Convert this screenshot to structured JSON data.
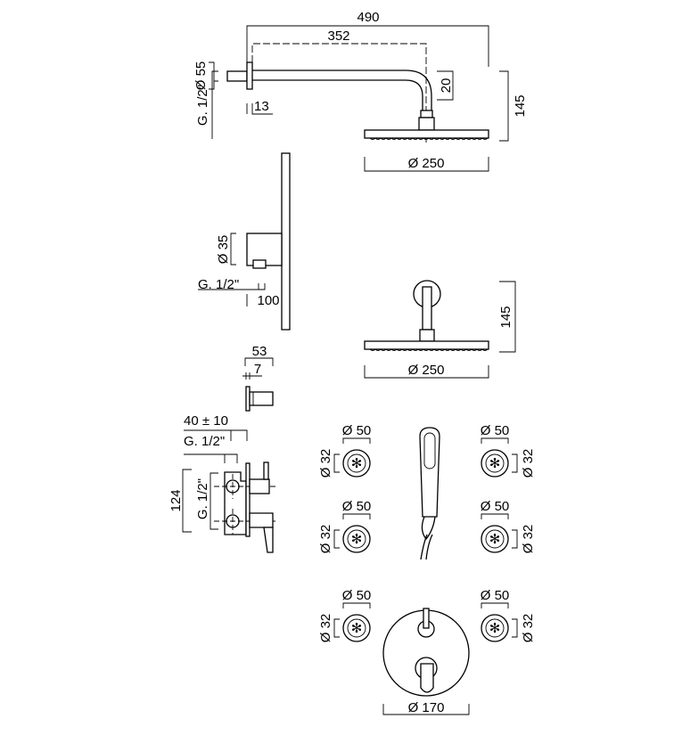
{
  "shower_arm_side": {
    "overall_length": "490",
    "arm_length": "352",
    "flange_diameter": "Ø 55",
    "thread": "G. 1/2\"",
    "flange_depth": "13",
    "drop": "20",
    "height": "145",
    "head_diameter": "Ø 250"
  },
  "hand_shower_bracket": {
    "diameter": "Ø 35",
    "thread": "G. 1/2\"",
    "projection": "100"
  },
  "shower_arm_front": {
    "height": "145",
    "head_diameter": "Ø 250"
  },
  "diverter_valve": {
    "depth": "53",
    "flange": "7"
  },
  "mixer_body": {
    "recess": "40 ± 10",
    "thread_h": "G. 1/2\"",
    "height": "124",
    "thread_v": "G. 1/2\""
  },
  "body_jets": [
    {
      "outer": "Ø 50",
      "inner": "Ø 32"
    },
    {
      "outer": "Ø 50",
      "inner": "Ø 32"
    },
    {
      "outer": "Ø 50",
      "inner": "Ø 32"
    },
    {
      "outer": "Ø 50",
      "inner": "Ø 32"
    },
    {
      "outer": "Ø 50",
      "inner": "Ø 32"
    },
    {
      "outer": "Ø 50",
      "inner": "Ø 32"
    }
  ],
  "mixer_plate": {
    "diameter": "Ø 170"
  }
}
